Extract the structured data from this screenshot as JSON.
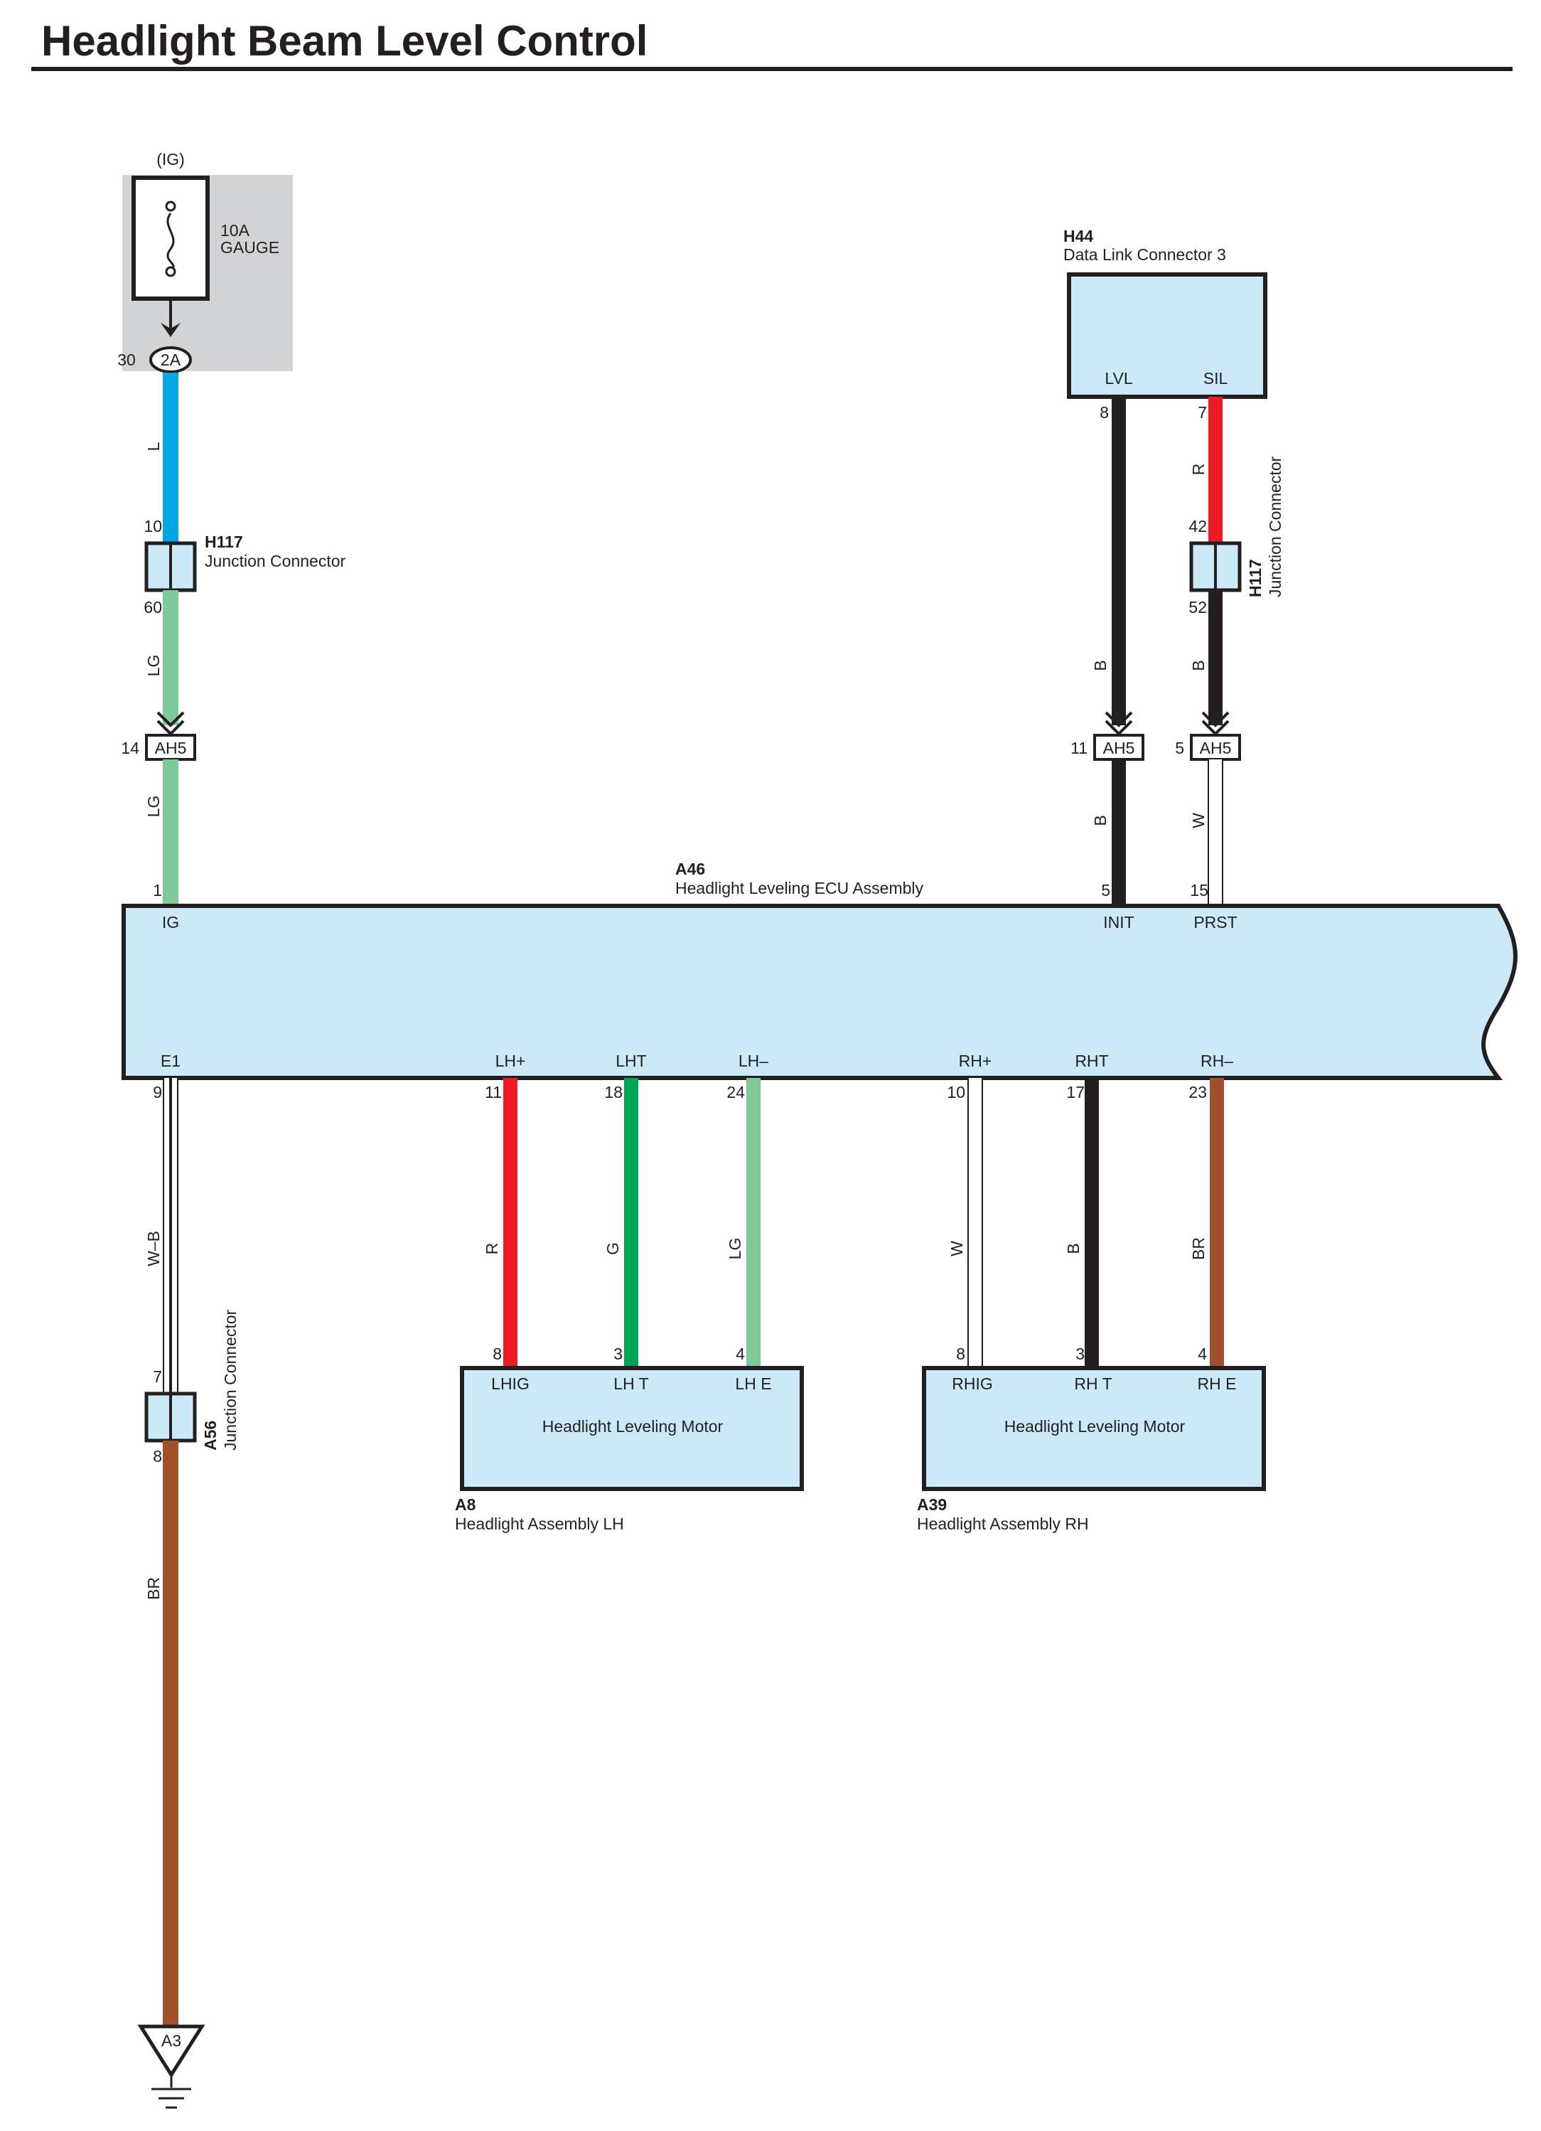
{
  "title": "Headlight Beam Level Control",
  "colors": {
    "L": "#00a6e3",
    "LG": "#7ec89a",
    "B": "#231f20",
    "R": "#ed1c24",
    "G": "#00a651",
    "W": "#ffffff",
    "BR": "#a0522d",
    "component_fill": "#cce9f8",
    "fuse_box_fill": "#d1d3d4"
  },
  "fuse": {
    "supply": "(IG)",
    "rating": "10A",
    "name": "GAUGE",
    "pin": "30",
    "connector": "2A"
  },
  "dlc": {
    "code": "H44",
    "name": "Data Link Connector 3",
    "terminals": [
      {
        "name": "LVL",
        "pin": "8"
      },
      {
        "name": "SIL",
        "pin": "7"
      }
    ]
  },
  "junction_left": {
    "code": "H117",
    "name": "Junction Connector",
    "pin_in": "10",
    "pin_out": "60"
  },
  "junction_right": {
    "code": "H117",
    "name": "Junction Connector",
    "pin_in": "42",
    "pin_out": "52"
  },
  "ah5": {
    "connector": "AH5",
    "pins": [
      "14",
      "11",
      "5"
    ]
  },
  "ecu": {
    "code": "A46",
    "name": "Headlight Leveling ECU Assembly",
    "top_terminals": [
      {
        "name": "IG",
        "pin": "1"
      },
      {
        "name": "INIT",
        "pin": "5"
      },
      {
        "name": "PRST",
        "pin": "15"
      }
    ],
    "bottom_terminals": [
      {
        "name": "E1",
        "pin": "9"
      },
      {
        "name": "LH+",
        "pin": "11"
      },
      {
        "name": "LHT",
        "pin": "18"
      },
      {
        "name": "LH–",
        "pin": "24"
      },
      {
        "name": "RH+",
        "pin": "10"
      },
      {
        "name": "RHT",
        "pin": "17"
      },
      {
        "name": "RH–",
        "pin": "23"
      }
    ]
  },
  "wires": {
    "fuse_to_h117": "L",
    "h117_to_ah5": "LG",
    "ah5_to_ecu_ig": "LG",
    "lvl_to_ah5": "B",
    "ah5_to_init": "B",
    "sil_to_h117": "R",
    "h117_to_ah5_right": "B",
    "ah5_to_prst": "W",
    "e1_to_a56": "W–B",
    "a56_to_ground": "BR",
    "lh_plus": "R",
    "lht": "G",
    "lh_minus": "LG",
    "rh_plus": "W",
    "rht": "B",
    "rh_minus": "BR"
  },
  "junction_a56": {
    "code": "A56",
    "name": "Junction Connector",
    "pin_in": "7",
    "pin_out": "8"
  },
  "motor_lh": {
    "label": "Headlight Leveling Motor",
    "code": "A8",
    "name": "Headlight Assembly LH",
    "terminals": [
      {
        "name": "LHIG",
        "pin": "8"
      },
      {
        "name": "LH T",
        "pin": "3"
      },
      {
        "name": "LH E",
        "pin": "4"
      }
    ]
  },
  "motor_rh": {
    "label": "Headlight Leveling Motor",
    "code": "A39",
    "name": "Headlight Assembly RH",
    "terminals": [
      {
        "name": "RHIG",
        "pin": "8"
      },
      {
        "name": "RH T",
        "pin": "3"
      },
      {
        "name": "RH E",
        "pin": "4"
      }
    ]
  },
  "ground": {
    "code": "A3"
  }
}
